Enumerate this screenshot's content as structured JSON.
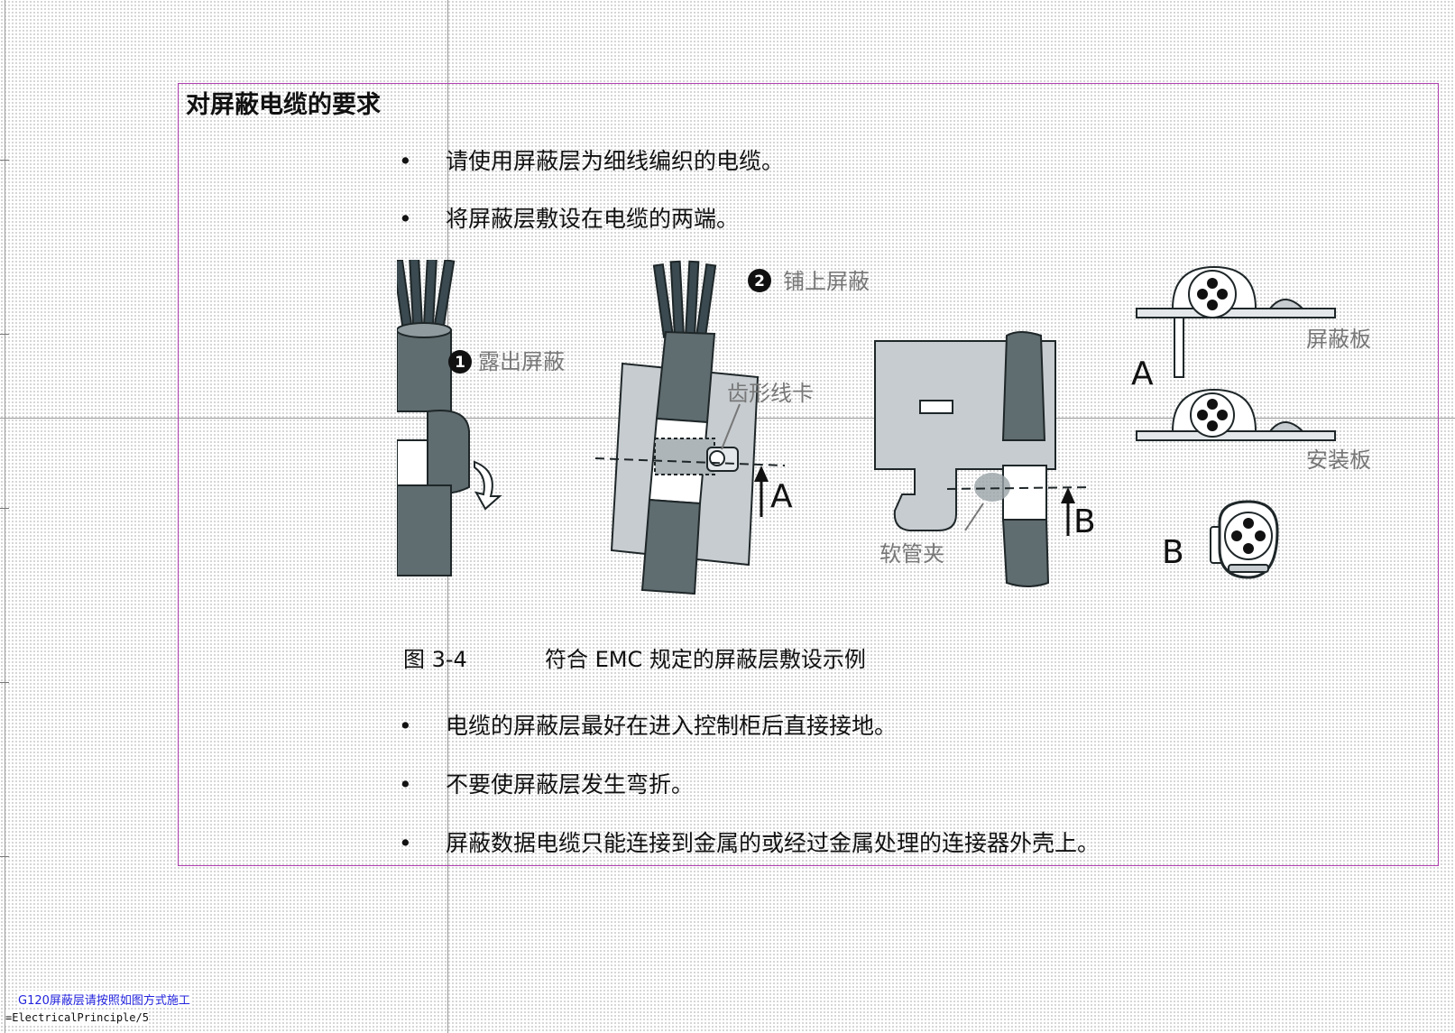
{
  "section": {
    "title": "对屏蔽电缆的要求"
  },
  "bullets_top": [
    "请使用屏蔽层为细线编织的电缆。",
    "将屏蔽层敷设在电缆的两端。"
  ],
  "figure": {
    "step1_num": "1",
    "step1_label": "露出屏蔽",
    "step2_num": "2",
    "step2_label": "铺上屏蔽",
    "clamp_label": "齿形线卡",
    "hose_clamp_label": "软管夹",
    "shield_plate_label": "屏蔽板",
    "mount_plate_label": "安装板",
    "letter_a": "A",
    "letter_b": "B",
    "colors": {
      "cable": "#5f6c70",
      "cable_outline": "#1e2628",
      "conductor": "#3a4a50",
      "plate": "#c7ccd0",
      "callout": "#777777"
    }
  },
  "caption": {
    "number": "图 3-4",
    "text": "符合 EMC 规定的屏蔽层敷设示例"
  },
  "bullets_bottom": [
    "电缆的屏蔽层最好在进入控制柜后直接接地。",
    "不要使屏蔽层发生弯折。",
    "屏蔽数据电缆只能连接到金属的或经过金属处理的连接器外壳上。"
  ],
  "footer": {
    "note": "G120屏蔽层请按照如图方式施工",
    "sheet_path": "=ElectricalPrinciple/5"
  }
}
